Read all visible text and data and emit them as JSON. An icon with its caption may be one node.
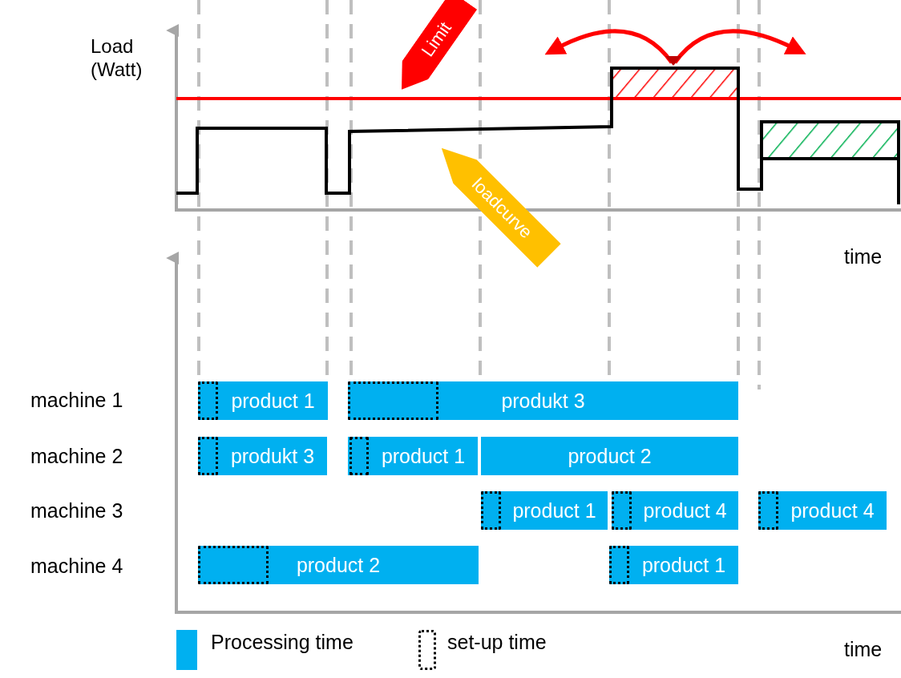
{
  "diagram": {
    "nodes": [
      {
        "text": [
          "Limit"
        ]
      },
      {
        "text": [
          "loadcurve"
        ]
      },
      {
        "text": [
          "product 1"
        ]
      },
      {
        "text": [
          "produkt 3"
        ]
      },
      {
        "text": [
          "produkt 3"
        ]
      },
      {
        "text": [
          "product 1"
        ]
      },
      {
        "text": [
          "product 2"
        ]
      },
      {
        "text": [
          "product 1"
        ]
      },
      {
        "text": [
          "product 4"
        ]
      },
      {
        "text": [
          "product 4"
        ]
      },
      {
        "text": [
          "product 2"
        ]
      },
      {
        "text": [
          "product 1"
        ]
      },
      {
        "text": [],
        "shape": "box",
        "in": 2
      },
      {
        "text": [],
        "shape": "box",
        "in": 3
      },
      {
        "text": [],
        "shape": "box",
        "in": 4
      },
      {
        "text": [],
        "shape": "box",
        "in": 5
      },
      {
        "text": [],
        "shape": "box",
        "in": 7
      },
      {
        "text": [],
        "shape": "box",
        "in": 8
      },
      {
        "text": [],
        "shape": "box",
        "in": 9
      },
      {
        "text": [],
        "shape": "box",
        "in": 10
      },
      {
        "text": [],
        "shape": "box",
        "in": 11
      }
    ],
    "labels": [
      "Load (Watt)",
      "time",
      "machine 1",
      "machine 2",
      "machine 3",
      "machine 4",
      "time"
    ],
    "legend": [
      {
        "text": "Processing time",
        "color": "#00b0f0"
      },
      {
        "text": "set-up time"
      }
    ]
  }
}
